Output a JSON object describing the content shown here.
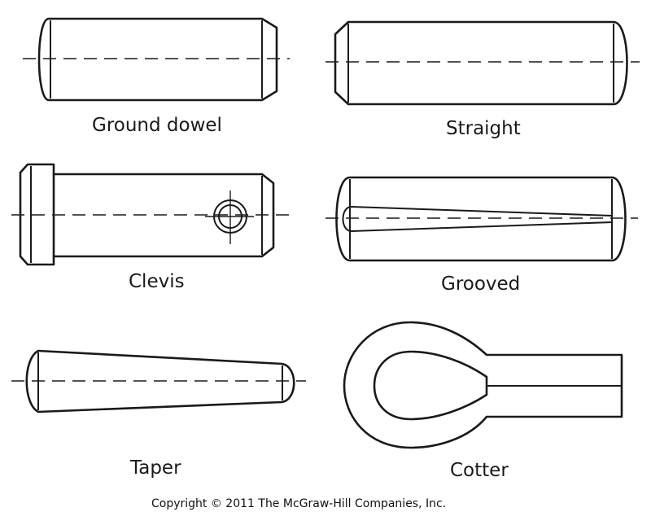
{
  "labels": {
    "ground_dowel": "Ground dowel",
    "straight": "Straight",
    "clevis": "Clevis",
    "grooved": "Grooved",
    "taper": "Taper",
    "cotter": "Cotter"
  },
  "copyright": "Copyright © 2011 The McGraw-Hill Companies, Inc."
}
